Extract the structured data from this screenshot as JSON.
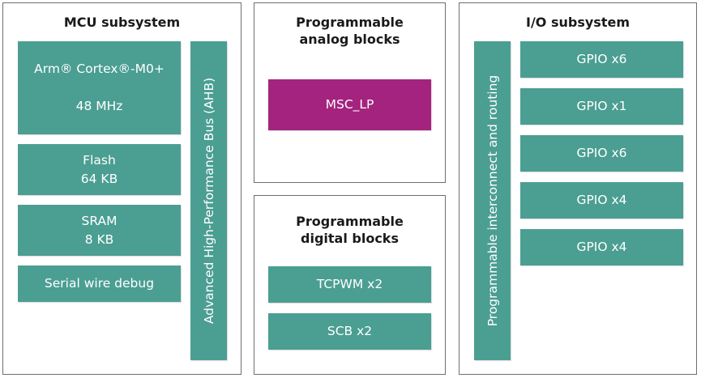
{
  "mcu": {
    "title": "MCU subsystem",
    "cpu_name": "Arm® Cortex®-M0+",
    "cpu_freq": "48 MHz",
    "flash": "Flash\n64 KB",
    "sram": "SRAM\n8 KB",
    "debug": "Serial wire debug",
    "bus": "Advanced High-Performance Bus (AHB)"
  },
  "analog": {
    "title": "Programmable\nanalog blocks",
    "msc": "MSC_LP"
  },
  "digital": {
    "title": "Programmable\ndigital blocks",
    "tcpwm": "TCPWM x2",
    "scb": "SCB x2"
  },
  "io": {
    "title": "I/O subsystem",
    "interconnect": "Programmable interconnect and routing",
    "gpio": [
      "GPIO x6",
      "GPIO x1",
      "GPIO x6",
      "GPIO x4",
      "GPIO x4"
    ]
  },
  "colors": {
    "block": "#4b9e92",
    "accent": "#a4237e",
    "border": "#6f6f6f"
  }
}
